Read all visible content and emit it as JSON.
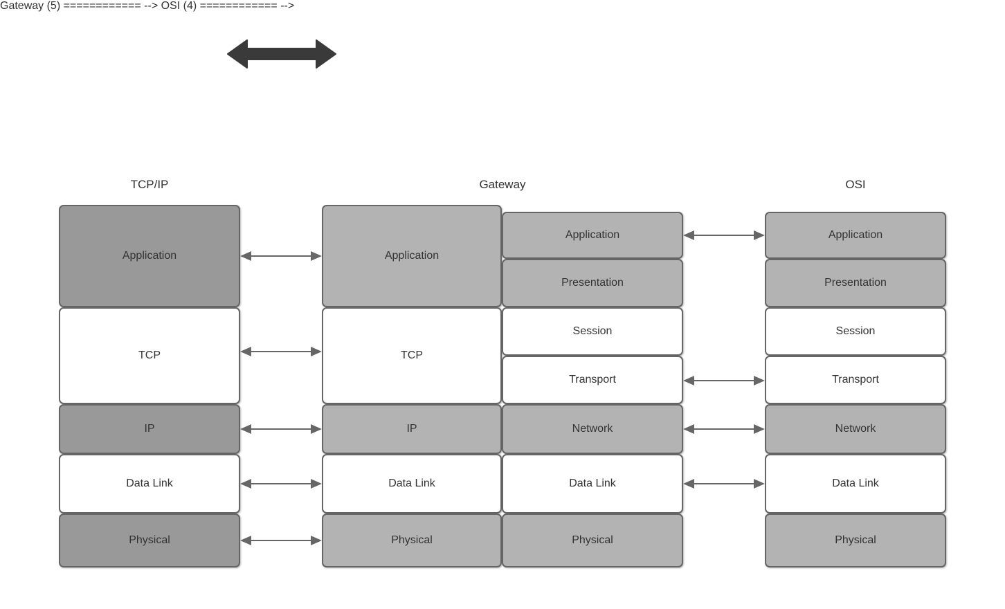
{
  "diagram": {
    "title_tcpip": "TCP/IP",
    "title_gateway": "Gateway",
    "title_osi": "OSI",
    "colors": {
      "shade_dark": "#999999",
      "shade_light": "#b3b3b3",
      "shade_white": "#ffffff",
      "border": "#666666",
      "text": "#333333",
      "arrow": "#666666",
      "big_arrow": "#3a3a3a",
      "background": "#ffffff"
    },
    "columns": {
      "tcpip": {
        "label": "TCP/IP",
        "layers": [
          {
            "label": "Application",
            "shade": "dark"
          },
          {
            "label": "TCP",
            "shade": "white"
          },
          {
            "label": "IP",
            "shade": "dark"
          },
          {
            "label": "Data Link",
            "shade": "white"
          },
          {
            "label": "Physical",
            "shade": "dark"
          }
        ]
      },
      "gateway_left": {
        "label": "Gateway",
        "layers": [
          {
            "label": "Application",
            "shade": "light"
          },
          {
            "label": "TCP",
            "shade": "white"
          },
          {
            "label": "IP",
            "shade": "light"
          },
          {
            "label": "Data Link",
            "shade": "white"
          },
          {
            "label": "Physical",
            "shade": "light"
          }
        ]
      },
      "gateway_right": {
        "layers": [
          {
            "label": "Application",
            "shade": "light"
          },
          {
            "label": "Presentation",
            "shade": "light"
          },
          {
            "label": "Session",
            "shade": "white"
          },
          {
            "label": "Transport",
            "shade": "white"
          },
          {
            "label": "Network",
            "shade": "light"
          },
          {
            "label": "Data Link",
            "shade": "white"
          },
          {
            "label": "Physical",
            "shade": "light"
          }
        ]
      },
      "osi": {
        "label": "OSI",
        "layers": [
          {
            "label": "Application",
            "shade": "light"
          },
          {
            "label": "Presentation",
            "shade": "light"
          },
          {
            "label": "Session",
            "shade": "white"
          },
          {
            "label": "Transport",
            "shade": "white"
          },
          {
            "label": "Network",
            "shade": "light"
          },
          {
            "label": "Data Link",
            "shade": "white"
          },
          {
            "label": "Physical",
            "shade": "light"
          }
        ]
      }
    },
    "connections": {
      "tcpip_to_gateway": [
        {
          "from": "Application",
          "to": "Application"
        },
        {
          "from": "TCP",
          "to": "TCP"
        },
        {
          "from": "IP",
          "to": "IP"
        },
        {
          "from": "Data Link",
          "to": "Data Link"
        },
        {
          "from": "Physical",
          "to": "Physical"
        }
      ],
      "gateway_to_osi": [
        {
          "from": "Application",
          "to": "Application"
        },
        {
          "from": "Transport",
          "to": "Transport"
        },
        {
          "from": "Network",
          "to": "Network"
        },
        {
          "from": "Data Link",
          "to": "Data Link"
        }
      ]
    },
    "legend_arrow": {
      "label": "bidirectional-peer-communication"
    }
  }
}
